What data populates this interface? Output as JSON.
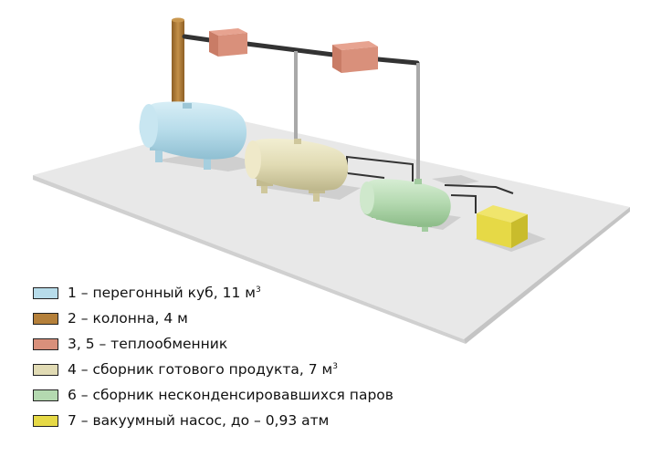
{
  "legend": [
    {
      "number": "1",
      "text": "1 – перегонный куб, 11 м",
      "sup": "3",
      "color": "#b7dcea"
    },
    {
      "number": "2",
      "text": "2 – колонна, 4 м",
      "sup": "",
      "color": "#b5803a"
    },
    {
      "number": "3, 5",
      "text": "3, 5 – теплообменник",
      "sup": "",
      "color": "#d9907b"
    },
    {
      "number": "4",
      "text": "4 – сборник готового продукта, 7 м",
      "sup": "3",
      "color": "#e1dbb4"
    },
    {
      "number": "6",
      "text": "6 – сборник несконденсировавшихся паров",
      "sup": "",
      "color": "#b4d9b0"
    },
    {
      "number": "7",
      "text": "7 – вакуумный насос, до – 0,93 атм",
      "sup": "",
      "color": "#e6d946"
    }
  ],
  "colors": {
    "floor": "#e6e6e6",
    "floor_edge": "#cfcfcf",
    "pipe_dark": "#333333",
    "pipe_gray": "#a9a9a9",
    "shadow": "#c9c9c9"
  }
}
